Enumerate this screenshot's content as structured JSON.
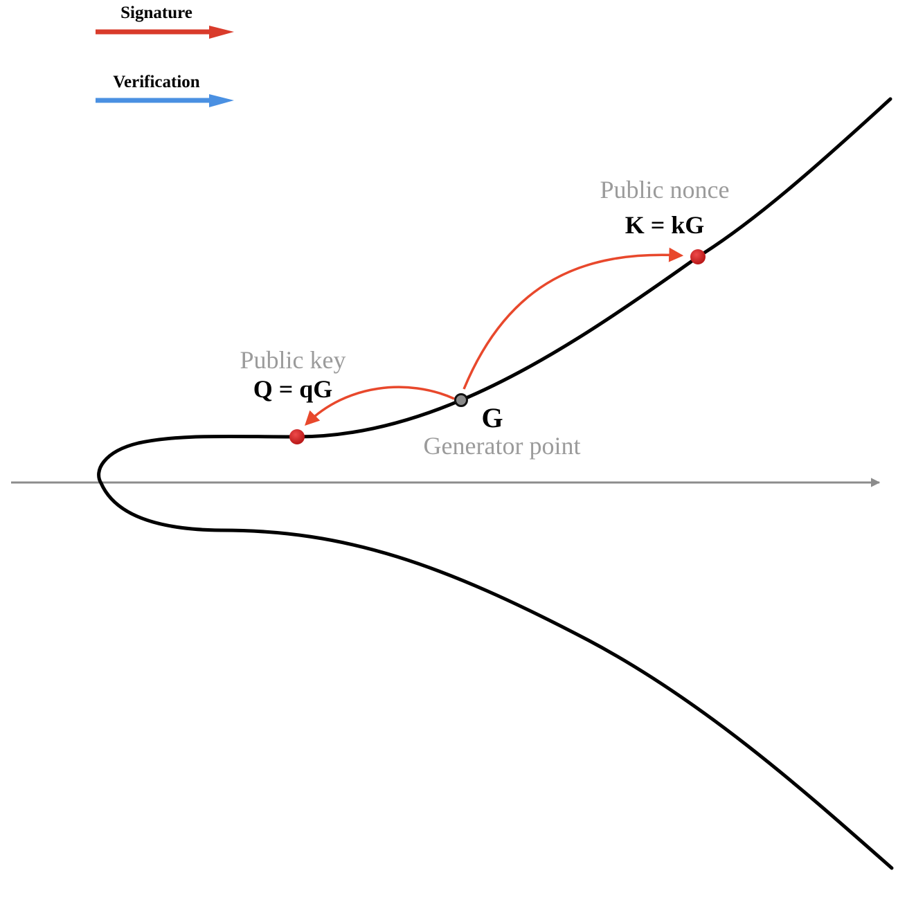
{
  "legend": {
    "signature": {
      "label": "Signature",
      "color": "#d93b2b"
    },
    "verification": {
      "label": "Verification",
      "color": "#4a90e2"
    }
  },
  "colors": {
    "curve": "#000000",
    "axis": "#8c8c8c",
    "signature_arrow": "#e8482c",
    "private_point": "#cc1f1f",
    "generator_point": "#8a8a8a"
  },
  "points": {
    "generator": {
      "symbol": "G",
      "caption": "Generator point"
    },
    "public_key": {
      "caption": "Public key",
      "formula": "Q = qG"
    },
    "public_nonce": {
      "caption": "Public nonce",
      "formula": "K = kG"
    }
  }
}
